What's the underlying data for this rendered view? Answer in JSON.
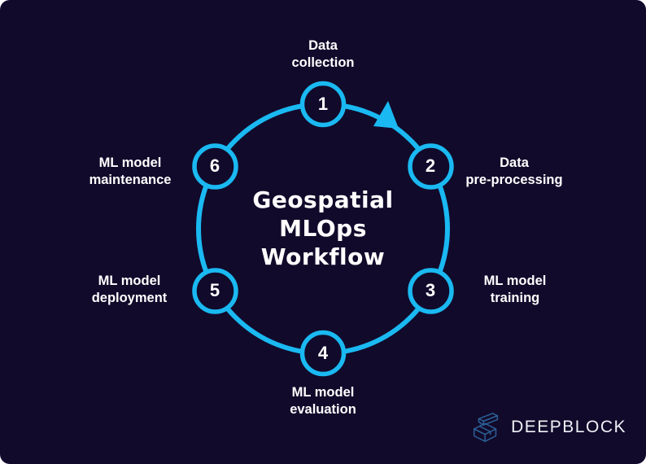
{
  "colors": {
    "card_background": "#120a2b",
    "accent_cyan": "#1ab9f2",
    "node_fill": "#120a2b",
    "text_white": "#ffffff",
    "logo_icon_blue": "#2b5f94",
    "logo_text_color": "#eef1f6"
  },
  "title": {
    "text": "Geospatial\nMLOps\nWorkflow"
  },
  "workflow": {
    "type": "circular-cycle",
    "direction": "clockwise",
    "steps": [
      {
        "number": "1",
        "label": "Data\ncollection"
      },
      {
        "number": "2",
        "label": "Data\npre-processing"
      },
      {
        "number": "3",
        "label": "ML model\ntraining"
      },
      {
        "number": "4",
        "label": "ML model\nevaluation"
      },
      {
        "number": "5",
        "label": "ML model\ndeployment"
      },
      {
        "number": "6",
        "label": "ML model\nmaintenance"
      }
    ]
  },
  "logo": {
    "text": "DEEPBLOCK"
  }
}
